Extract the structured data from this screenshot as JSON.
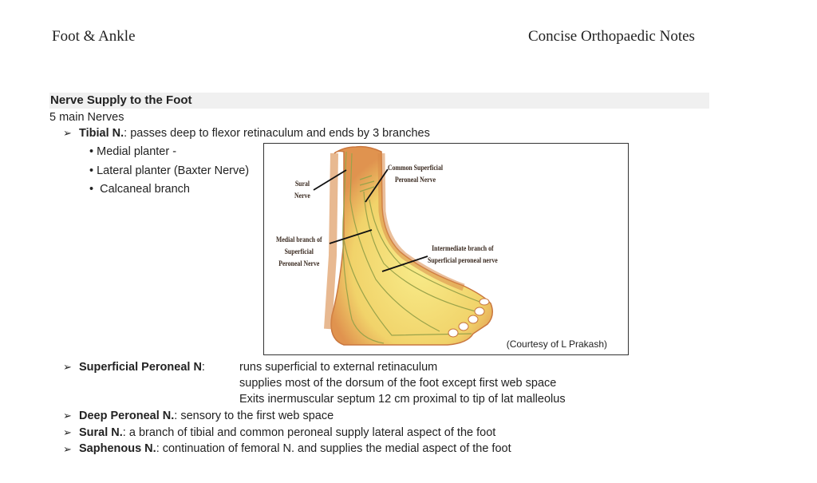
{
  "header": {
    "left": "Foot & Ankle",
    "right": "Concise Orthopaedic Notes"
  },
  "section": {
    "title": "Nerve Supply to the Foot",
    "intro": "5 main Nerves"
  },
  "tibial": {
    "name": "Tibial N.",
    "text": ": passes deep to flexor retinaculum and ends by 3 branches",
    "branches": [
      "Medial planter -",
      "Lateral planter (Baxter Nerve)",
      "Calcaneal branch"
    ]
  },
  "figure": {
    "labels": {
      "sural": [
        "Sural",
        "Nerve"
      ],
      "common": [
        "Common Superficial",
        "Peroneal Nerve"
      ],
      "medial": [
        "Medial branch of",
        "Superficial",
        "Peroneal Nerve"
      ],
      "intermediate": [
        "Intermediate branch of",
        "Superficial peroneal nerve"
      ]
    },
    "caption": "(Courtesy of L Prakash)"
  },
  "superficial": {
    "name": "Superficial Peroneal N",
    "colon": ":",
    "lines": [
      "runs superficial to external retinaculum",
      "supplies most of the dorsum of the foot except first web space",
      "Exits inermuscular septum 12 cm proximal to tip of lat malleolus"
    ]
  },
  "deep": {
    "name": "Deep Peroneal N.",
    "text": ": sensory to the first web space"
  },
  "sural": {
    "name": "Sural N.",
    "text": ": a branch of tibial and common peroneal supply lateral aspect of the foot"
  },
  "saphenous": {
    "name": "Saphenous N.",
    "text": ": continuation of femoral N. and supplies the medial aspect of the foot"
  },
  "bullet": {
    "arrow": "➢",
    "dot": "•"
  }
}
